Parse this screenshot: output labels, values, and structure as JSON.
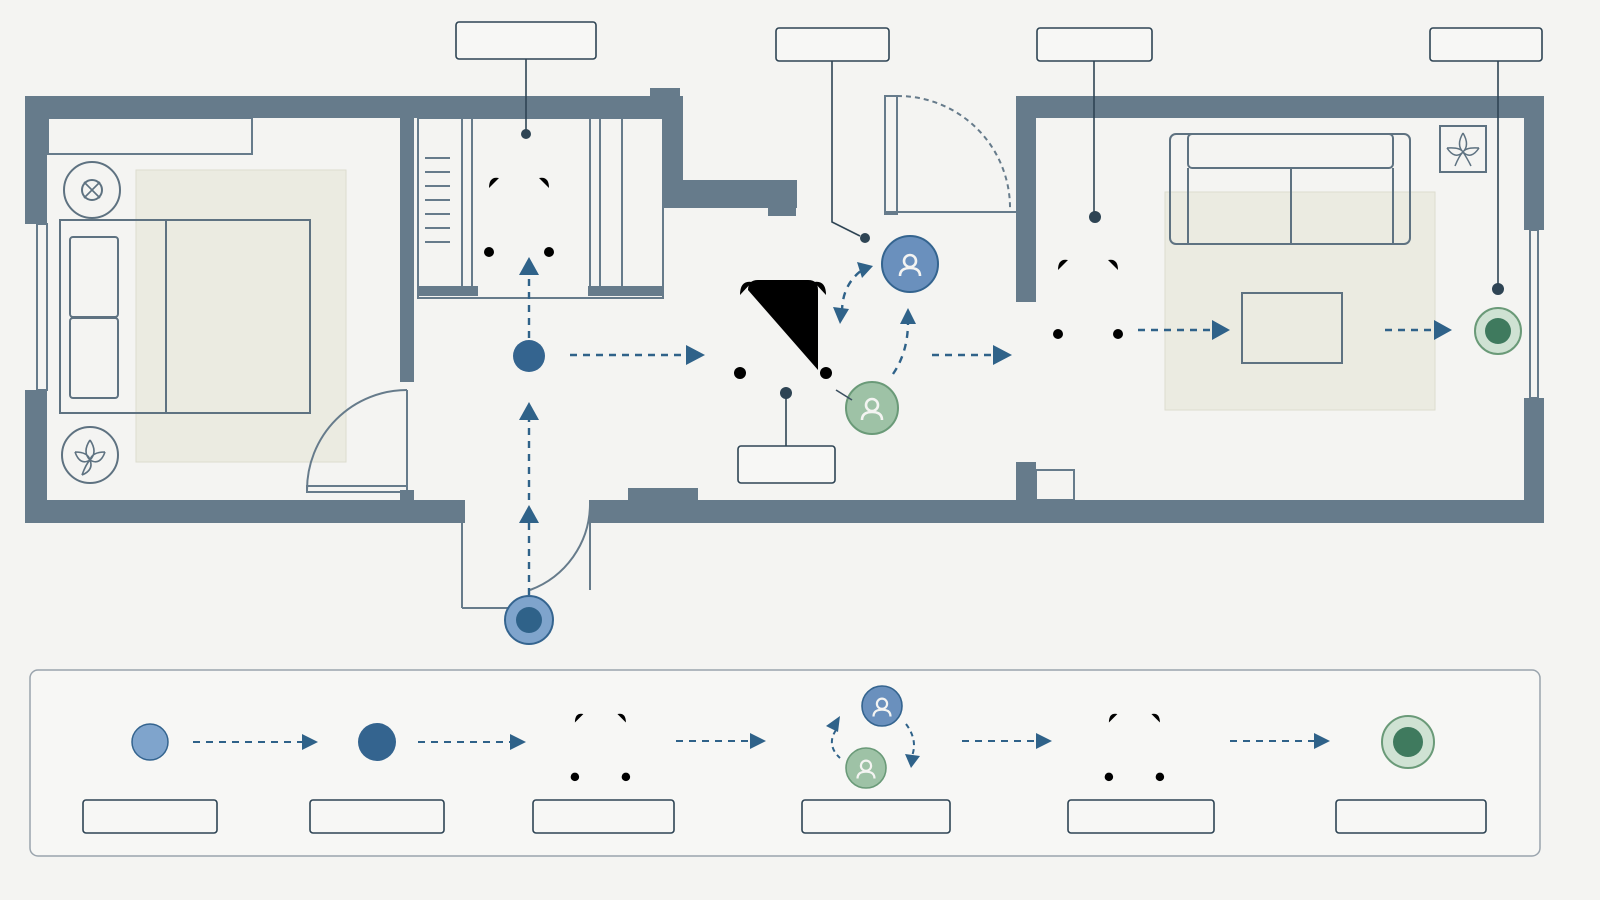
{
  "diagram": {
    "rooms": [
      "bedroom",
      "hallway",
      "living-room"
    ],
    "callouts": [
      {
        "target": "walker-at-closet",
        "text": ""
      },
      {
        "target": "hallway-door",
        "text": ""
      },
      {
        "target": "walker-in-living-room",
        "text": ""
      },
      {
        "target": "destination-marker",
        "text": ""
      },
      {
        "target": "walker-in-hallway",
        "text": ""
      }
    ],
    "legend_steps": [
      {
        "icon": "start-point-icon",
        "label": ""
      },
      {
        "icon": "waypoint-icon",
        "label": ""
      },
      {
        "icon": "walker-icon",
        "label": ""
      },
      {
        "icon": "caregiver-assist-icon",
        "label": ""
      },
      {
        "icon": "walker-icon",
        "label": ""
      },
      {
        "icon": "destination-icon",
        "label": ""
      }
    ]
  },
  "colors": {
    "wall": "#667b8b",
    "flow_blue": "#2f6289",
    "start_blue": "#7fa4cc",
    "waypoint_blue": "#34648f",
    "person_blue": "#6a90bd",
    "assist_green": "#9ec2a6",
    "destination_green": "#3f7a5e",
    "background": "#f4f4f2"
  }
}
